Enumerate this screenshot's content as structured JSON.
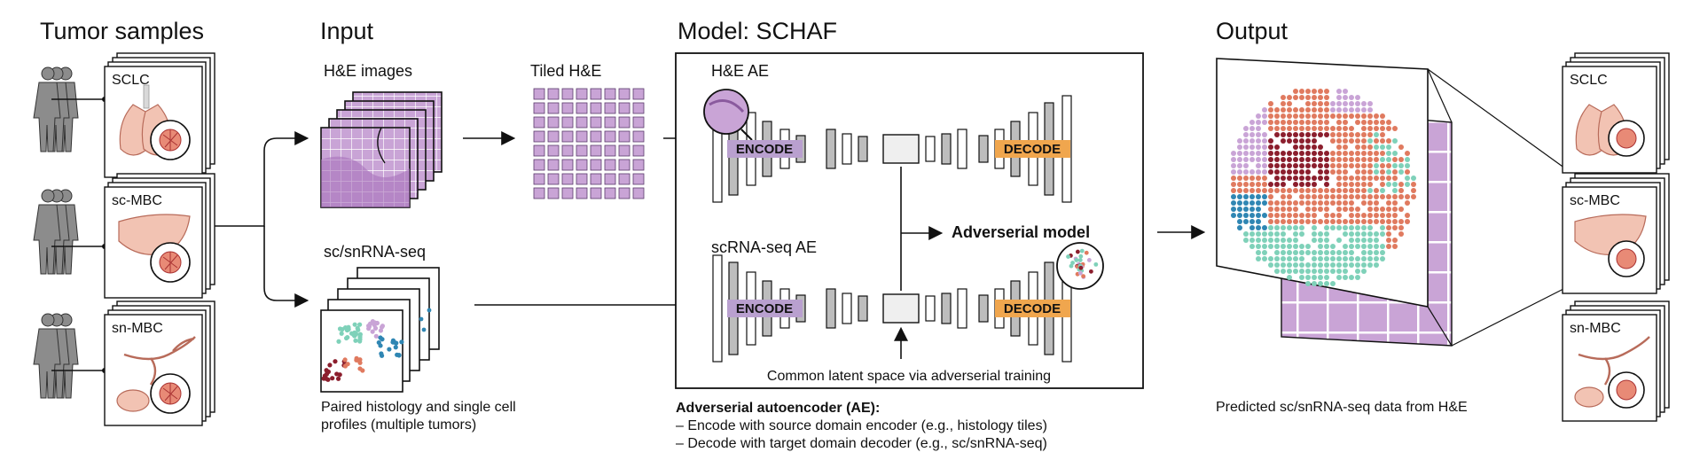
{
  "sections": {
    "tumor_samples": "Tumor samples",
    "input": "Input",
    "model": "Model: SCHAF",
    "output": "Output"
  },
  "samples": [
    {
      "label": "SCLC",
      "organ": "lung"
    },
    {
      "label": "sc-MBC",
      "organ": "liver"
    },
    {
      "label": "sn-MBC",
      "organ": "vessels"
    }
  ],
  "input": {
    "he_images": "H&E images",
    "tiled": "Tiled H&E",
    "rna": "sc/snRNA-seq",
    "caption_line1": "Paired histology and single cell",
    "caption_line2": "profiles (multiple tumors)"
  },
  "model": {
    "he_ae": "H&E AE",
    "rna_ae": "scRNA-seq AE",
    "encode": "ENCODE",
    "decode": "DECODE",
    "adversarial": "Adverserial model",
    "latent": "Common latent space via adverserial training"
  },
  "ae_notes": {
    "title": "Adverserial autoencoder (AE):",
    "line1": "– Encode with source domain encoder (e.g., histology tiles)",
    "line2": "– Decode with target domain decoder (e.g., sc/snRNA-seq)"
  },
  "output": {
    "caption": "Predicted sc/snRNA-seq data from H&E",
    "labels": [
      "SCLC",
      "sc-MBC",
      "sn-MBC"
    ]
  },
  "colors": {
    "he_purple": "#c9a4d6",
    "he_dark": "#8a5a9e",
    "encode": "#b9a0cf",
    "decode": "#f0a64e",
    "gray_bar": "#bdbdbd",
    "salmon": "#e07a5f",
    "teal": "#7fd1b9",
    "maroon": "#8b1e2d",
    "blue": "#2f86b3",
    "organ": "#f2c3b3"
  }
}
